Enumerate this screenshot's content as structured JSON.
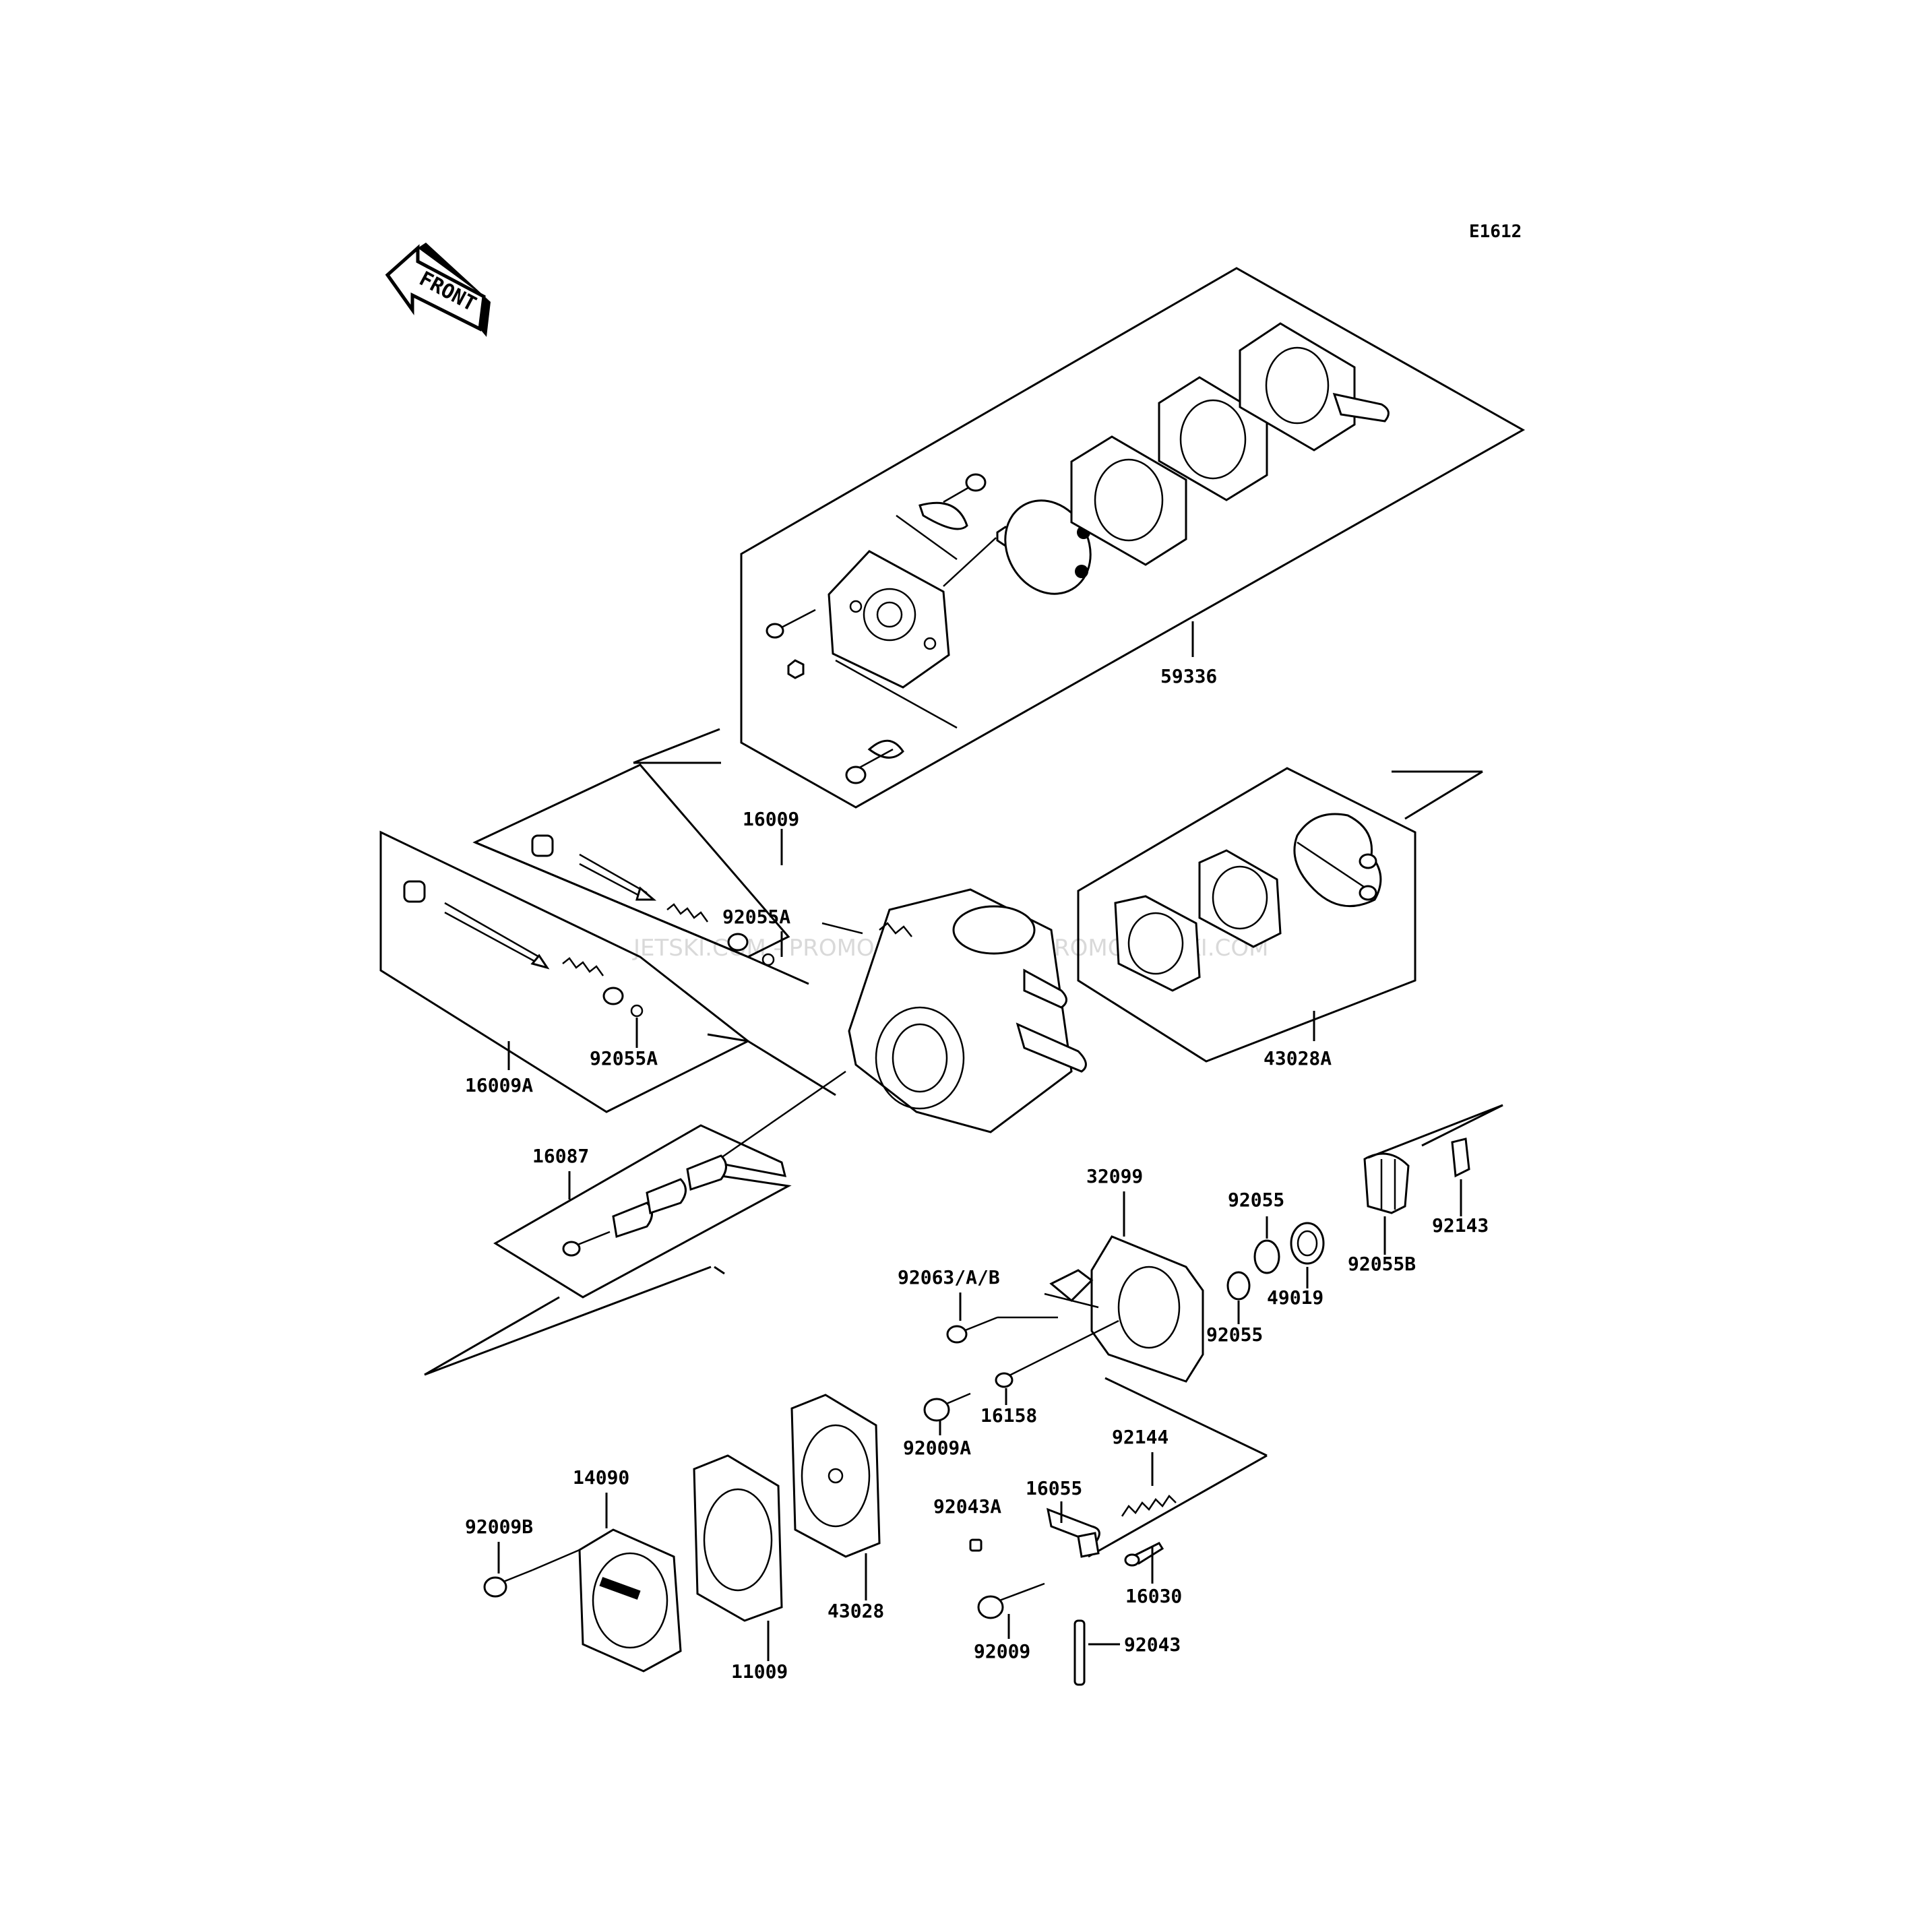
{
  "diagram_code": "E1612",
  "front_label": "FRONT",
  "watermark": "JETSKI.COM - PROMO-JETSKI.COM - PROMO-JETSKI.COM",
  "part_labels": {
    "p59336": "59336",
    "p16009": "16009",
    "p92055A_1": "92055A",
    "p92055A_2": "92055A",
    "p16009A": "16009A",
    "p43028A": "43028A",
    "p16087": "16087",
    "p32099": "32099",
    "p92055_1": "92055",
    "p92055_2": "92055",
    "p49019": "49019",
    "p92055B": "92055B",
    "p92143": "92143",
    "p92063": "92063/A/B",
    "p16158": "16158",
    "p92009A": "92009A",
    "p92144": "92144",
    "p14090": "14090",
    "p92009B": "92009B",
    "p16055": "16055",
    "p92043A": "92043A",
    "p43028": "43028",
    "p11009": "11009",
    "p16030": "16030",
    "p92009": "92009",
    "p92043": "92043"
  }
}
